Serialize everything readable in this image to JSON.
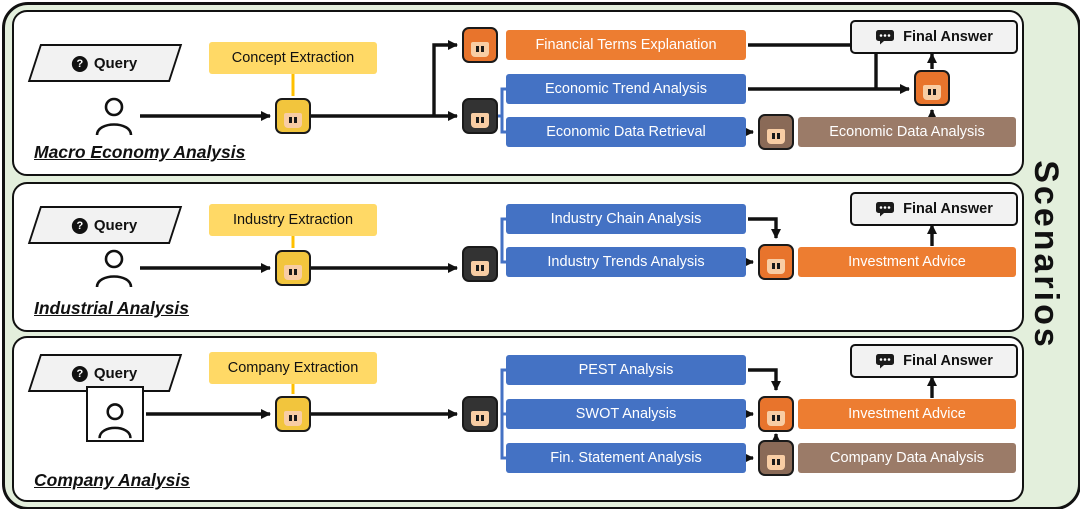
{
  "sidebar_title": "Scenarios",
  "question_icon": "?",
  "colors": {
    "background_green": "#E3EFDC",
    "task_blue": "#4472C4",
    "task_orange": "#ED7D31",
    "task_brown": "#9B7B68",
    "extraction_yellow": "#FFD966",
    "final_answer_gray": "#F2F2F2",
    "avatar_hair": {
      "extractor_agent": "#F2C53D",
      "analyst_agent": "#333333",
      "advisor_agent": "#E8742C",
      "data_agent": "#8A6A57"
    }
  },
  "panels": [
    {
      "label": "Macro Economy Analysis",
      "query": "Query",
      "extraction": "Concept Extraction",
      "final_answer": "Final Answer",
      "boxes": {
        "financial_terms": "Financial Terms Explanation",
        "trend": "Economic Trend Analysis",
        "retrieval": "Economic Data Retrieval",
        "data_analysis": "Economic Data Analysis"
      }
    },
    {
      "label": "Industrial Analysis",
      "query": "Query",
      "extraction": "Industry Extraction",
      "final_answer": "Final Answer",
      "boxes": {
        "chain": "Industry Chain Analysis",
        "trends": "Industry Trends Analysis",
        "advice": "Investment Advice"
      }
    },
    {
      "label": "Company Analysis",
      "query": "Query",
      "extraction": "Company Extraction",
      "final_answer": "Final Answer",
      "boxes": {
        "pest": "PEST Analysis",
        "swot": "SWOT Analysis",
        "fin_statement": "Fin. Statement Analysis",
        "advice": "Investment Advice",
        "company_data": "Company Data Analysis"
      }
    }
  ]
}
